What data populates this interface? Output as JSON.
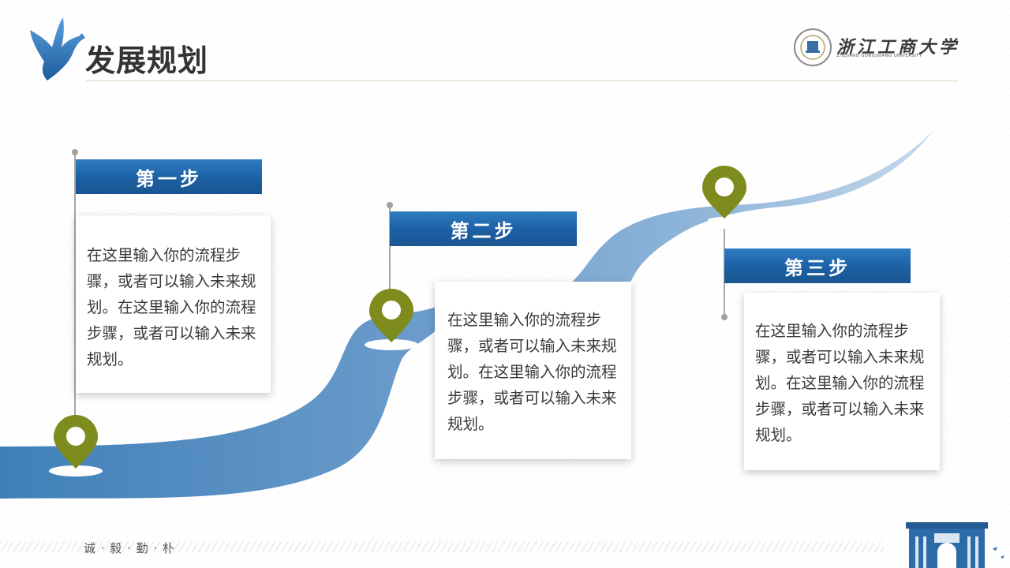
{
  "header": {
    "title": "发展规划",
    "logo_cn": "浙江工商大学",
    "logo_en": "ZHEJIANG GONGSHANG UNIVERSITY"
  },
  "steps": [
    {
      "label": "第一步",
      "text": "在这里输入你的流程步骤，或者可以输入未来规划。在这里输入你的流程步骤，或者可以输入未来规划。"
    },
    {
      "label": "第二步",
      "text": "在这里输入你的流程步骤，或者可以输入未来规划。在这里输入你的流程步骤，或者可以输入未来规划。"
    },
    {
      "label": "第三步",
      "text": "在这里输入你的流程步骤，或者可以输入未来规划。在这里输入你的流程步骤，或者可以输入未来规划。"
    }
  ],
  "footer": {
    "motto": "诚 · 毅 · 勤 · 朴"
  },
  "colors": {
    "banner": "#1c5fa5",
    "road": "#5f93c4",
    "pin": "#7e8c1d",
    "title": "#333333"
  }
}
